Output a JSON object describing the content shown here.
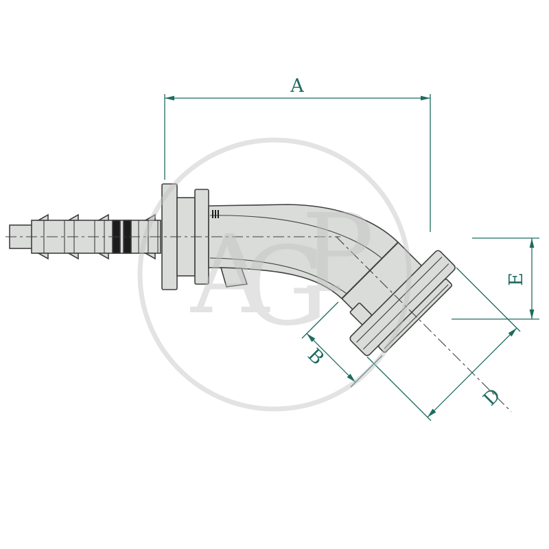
{
  "watermark": {
    "letter_a": "A",
    "letter_g": "G",
    "letter_p": "P"
  },
  "dimensions": {
    "a": {
      "label": "A"
    },
    "b": {
      "label": "B"
    },
    "d": {
      "label": "D"
    },
    "e": {
      "label": "E"
    }
  },
  "colors": {
    "background": "#ffffff",
    "dimension": "#1e6b5f",
    "part_fill": "#d9dcd8",
    "part_outline": "#3f3f3f",
    "band_dark": "#1c1c1c",
    "watermark": "#c2c2c2"
  }
}
